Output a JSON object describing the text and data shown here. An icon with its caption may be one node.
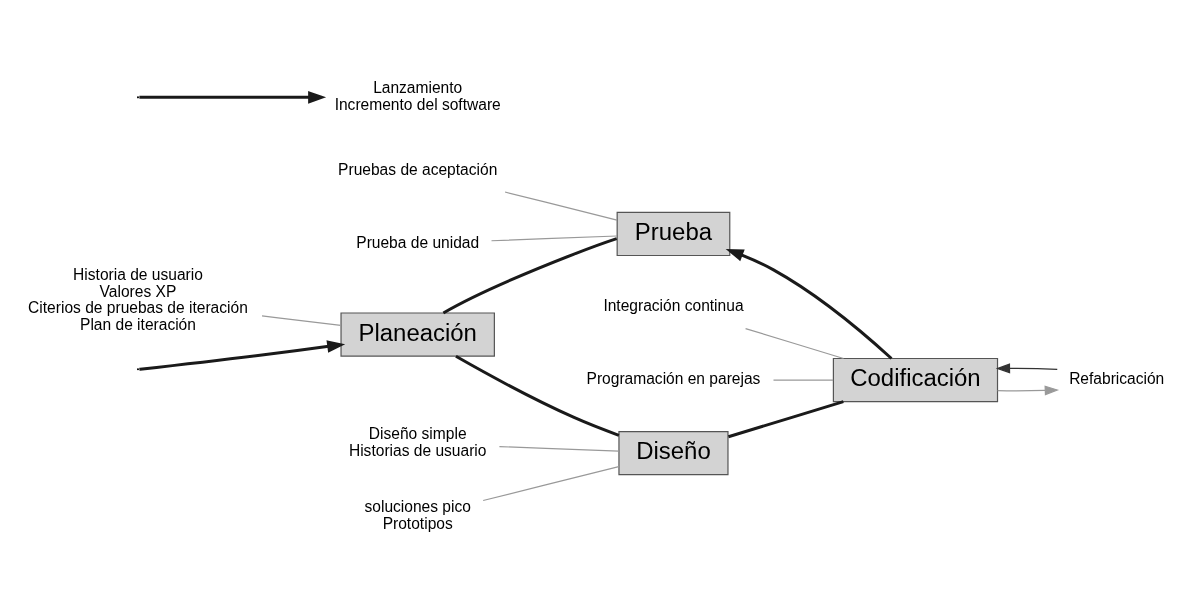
{
  "diagram": {
    "nodes": [
      {
        "text": [
          "Planeación"
        ]
      },
      {
        "text": [
          "Diseño"
        ]
      },
      {
        "text": [
          "Codificación"
        ]
      },
      {
        "text": [
          "Prueba"
        ]
      },
      {
        "text": [
          "Historia de usuario",
          "Valores XP",
          "Citerios de pruebas de iteración",
          "Plan de iteración"
        ]
      },
      {
        "text": [
          "Diseño simple",
          "Historias de usuario"
        ]
      },
      {
        "text": [
          "soluciones pico",
          "Prototipos"
        ]
      },
      {
        "text": [
          "Refabricación"
        ]
      },
      {
        "text": [
          "Integración continua"
        ]
      },
      {
        "text": [
          "Programación en parejas"
        ]
      },
      {
        "text": [
          "Pruebas de aceptación"
        ]
      },
      {
        "text": [
          "Prueba de unidad"
        ]
      },
      {
        "text": [
          "Lanzamiento",
          "Incremento del software"
        ]
      }
    ],
    "edges": [
      {
        "from": null,
        "to": 0,
        "arrow": "to",
        "style": "thick",
        "color": "#1a1a1a"
      },
      {
        "from": 0,
        "to": 1,
        "arrow": "none",
        "style": "thick",
        "color": "#1a1a1a"
      },
      {
        "from": 1,
        "to": 2,
        "arrow": "none",
        "style": "thick",
        "color": "#1a1a1a"
      },
      {
        "from": 2,
        "to": 3,
        "arrow": "to",
        "style": "thick",
        "color": "#1a1a1a"
      },
      {
        "from": 3,
        "to": 0,
        "arrow": "none",
        "style": "thick",
        "color": "#1a1a1a"
      },
      {
        "from": null,
        "to": 12,
        "arrow": "to",
        "style": "thick",
        "color": "#1a1a1a"
      },
      {
        "from": 4,
        "to": 0,
        "arrow": "none"
      },
      {
        "from": 5,
        "to": 1,
        "arrow": "none"
      },
      {
        "from": 6,
        "to": 1,
        "arrow": "none"
      },
      {
        "from": 7,
        "to": 2,
        "arrow": "to",
        "color": "#333333"
      },
      {
        "from": 2,
        "to": 7,
        "arrow": "to"
      },
      {
        "from": 8,
        "to": 2,
        "arrow": "none"
      },
      {
        "from": 9,
        "to": 2,
        "arrow": "none"
      },
      {
        "from": 10,
        "to": 3,
        "arrow": "none"
      },
      {
        "from": 11,
        "to": 3,
        "arrow": "none"
      }
    ]
  }
}
